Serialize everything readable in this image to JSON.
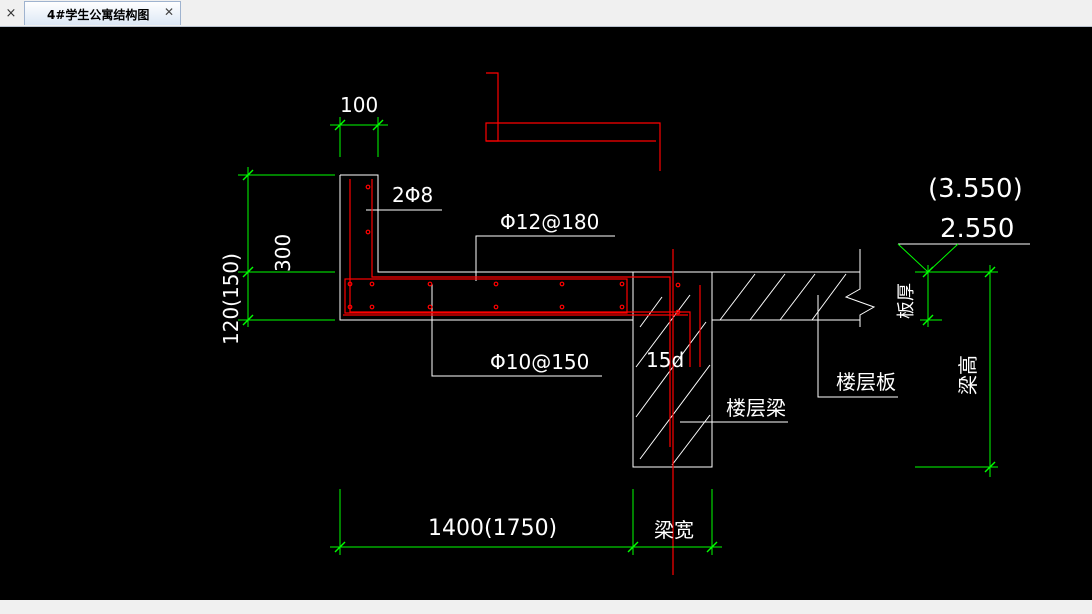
{
  "window": {
    "tab_title": "4#学生公寓结构图",
    "close_glyph": "×",
    "tab_close_glyph": "✕"
  },
  "colors": {
    "background": "#000000",
    "outline": "#ffffff",
    "rebar": "#ff0000",
    "dimension": "#00ff00"
  },
  "drawing": {
    "dim_top_width": "100",
    "dim_upturn_height": "300",
    "dim_slab_thickness": "120(150)",
    "dim_cantilever_length": "1400(1750)",
    "dim_beam_width": "梁宽",
    "dim_beam_height": "梁高",
    "dim_slab_depth": "板厚",
    "elev_upper": "(3.550)",
    "elev_lower": "2.550",
    "rebar_top_corner": "2Φ8",
    "rebar_top": "Φ12@180",
    "rebar_bottom": "Φ10@150",
    "anchorage": "15d",
    "label_beam": "楼层梁",
    "label_slab": "楼层板"
  }
}
